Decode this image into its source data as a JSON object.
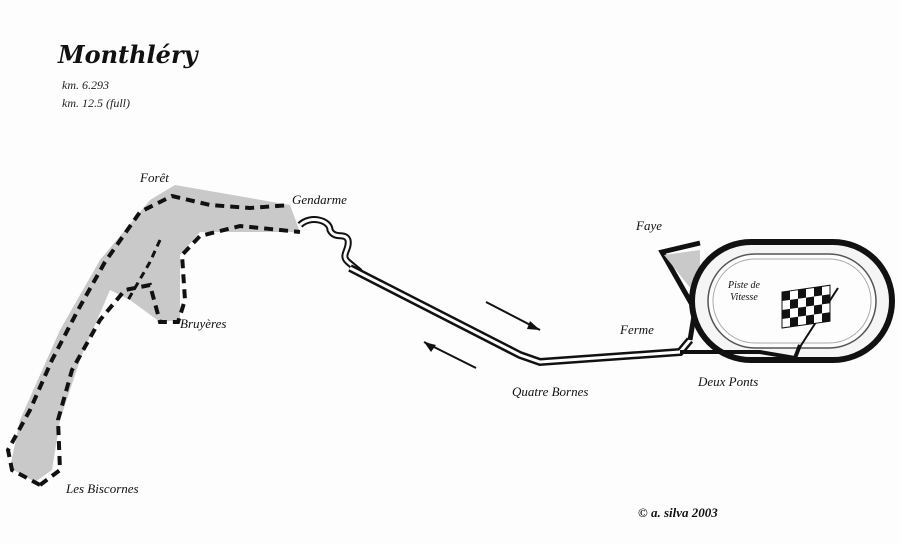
{
  "title": "Monthléry",
  "lengths": [
    "km. 6.293",
    "km. 12.5 (full)"
  ],
  "corners": {
    "foret": "Forêt",
    "gendarme": "Gendarme",
    "bruyeres": "Bruyères",
    "les_biscornes": "Les Biscornes",
    "faye": "Faye",
    "ferme": "Ferme",
    "quatre_bornes": "Quatre Bornes",
    "deux_ponts": "Deux Ponts"
  },
  "oval_label_1": "Piste de",
  "oval_label_2": "Vitesse",
  "credit": "© a. silva 2003",
  "colors": {
    "track": "#111111",
    "infield": "#c9c9c9",
    "background": "#fdfdfd"
  },
  "icons": [
    "checkered-flag-icon",
    "direction-arrow-icon"
  ]
}
